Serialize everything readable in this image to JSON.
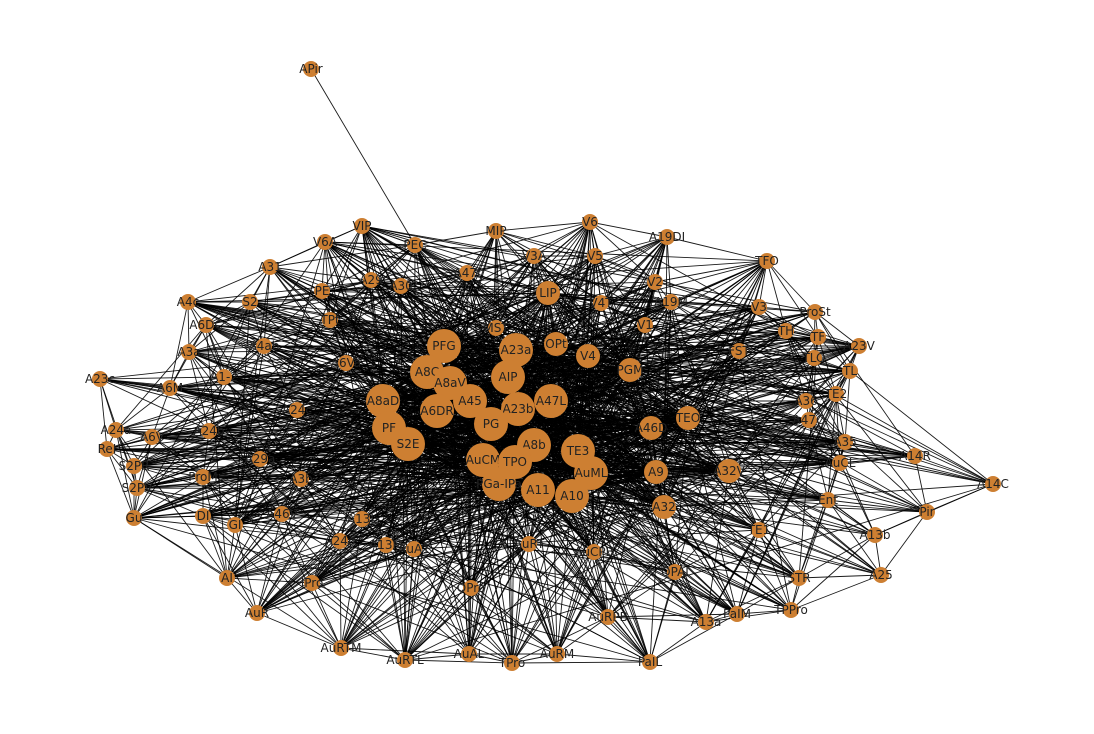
{
  "graph": {
    "node_color": "#cd7f32",
    "edge_color": "#000000",
    "nodes": [
      {
        "id": "APir",
        "cls": "s"
      },
      {
        "id": "VIP",
        "cls": "s"
      },
      {
        "id": "V6A",
        "cls": "s"
      },
      {
        "id": "PEC",
        "cls": "s"
      },
      {
        "id": "MIP",
        "cls": "s"
      },
      {
        "id": "V6",
        "cls": "s"
      },
      {
        "id": "A19DI",
        "cls": "s"
      },
      {
        "id": "V3A",
        "cls": "s"
      },
      {
        "id": "V5",
        "cls": "s"
      },
      {
        "id": "A47I",
        "cls": "s"
      },
      {
        "id": "A31",
        "cls": "s"
      },
      {
        "id": "A29",
        "cls": "s"
      },
      {
        "id": "A30",
        "cls": "s"
      },
      {
        "id": "PE",
        "cls": "s"
      },
      {
        "id": "S2",
        "cls": "s"
      },
      {
        "id": "A4c",
        "cls": "s"
      },
      {
        "id": "LIP",
        "cls": "m"
      },
      {
        "id": "V2",
        "cls": "s"
      },
      {
        "id": "V4T",
        "cls": "s"
      },
      {
        "id": "A19M",
        "cls": "s"
      },
      {
        "id": "TFO",
        "cls": "s"
      },
      {
        "id": "V3",
        "cls": "s"
      },
      {
        "id": "ProSt",
        "cls": "s"
      },
      {
        "id": "TH",
        "cls": "s"
      },
      {
        "id": "TF",
        "cls": "s"
      },
      {
        "id": "A23V",
        "cls": "s"
      },
      {
        "id": "TLO",
        "cls": "s"
      },
      {
        "id": "TL",
        "cls": "s"
      },
      {
        "id": "A36",
        "cls": "s"
      },
      {
        "id": "TE2",
        "cls": "s"
      },
      {
        "id": "A47O",
        "cls": "s"
      },
      {
        "id": "A35",
        "cls": "s"
      },
      {
        "id": "A14R",
        "cls": "s"
      },
      {
        "id": "AuCL",
        "cls": "s"
      },
      {
        "id": "A14C",
        "cls": "s"
      },
      {
        "id": "Ent",
        "cls": "s"
      },
      {
        "id": "Pir",
        "cls": "s"
      },
      {
        "id": "TE1",
        "cls": "s"
      },
      {
        "id": "A13b",
        "cls": "s"
      },
      {
        "id": "A25",
        "cls": "s"
      },
      {
        "id": "STR",
        "cls": "s"
      },
      {
        "id": "TPPro",
        "cls": "s"
      },
      {
        "id": "PaIM",
        "cls": "s"
      },
      {
        "id": "A13a",
        "cls": "s"
      },
      {
        "id": "OPAI",
        "cls": "s"
      },
      {
        "id": "AuRPB",
        "cls": "s"
      },
      {
        "id": "PaIL",
        "cls": "s"
      },
      {
        "id": "AuRM",
        "cls": "s"
      },
      {
        "id": "TPro",
        "cls": "s"
      },
      {
        "id": "AuAL",
        "cls": "s"
      },
      {
        "id": "AuRTL",
        "cls": "s"
      },
      {
        "id": "AuRTM",
        "cls": "s"
      },
      {
        "id": "AuR",
        "cls": "s"
      },
      {
        "id": "AI",
        "cls": "s"
      },
      {
        "id": "Gu",
        "cls": "s"
      },
      {
        "id": "S2PV",
        "cls": "s"
      },
      {
        "id": "S2PR",
        "cls": "s"
      },
      {
        "id": "ReI",
        "cls": "s"
      },
      {
        "id": "A24a",
        "cls": "s"
      },
      {
        "id": "A23c",
        "cls": "s"
      },
      {
        "id": "A6DC",
        "cls": "s"
      },
      {
        "id": "A3a",
        "cls": "s"
      },
      {
        "id": "A4ab",
        "cls": "s"
      },
      {
        "id": "A6M",
        "cls": "s"
      },
      {
        "id": "A1-2",
        "cls": "s"
      },
      {
        "id": "A6V",
        "cls": "s"
      },
      {
        "id": "A24b",
        "cls": "s"
      },
      {
        "id": "A29a",
        "cls": "s"
      },
      {
        "id": "ProM",
        "cls": "s"
      },
      {
        "id": "A3b",
        "cls": "s"
      },
      {
        "id": "DI",
        "cls": "s"
      },
      {
        "id": "A46V",
        "cls": "s"
      },
      {
        "id": "GI",
        "cls": "s"
      },
      {
        "id": "A13L",
        "cls": "s"
      },
      {
        "id": "A24d",
        "cls": "s"
      },
      {
        "id": "A13M",
        "cls": "s"
      },
      {
        "id": "AuA1",
        "cls": "s"
      },
      {
        "id": "IPro",
        "cls": "s"
      },
      {
        "id": "OPro",
        "cls": "s"
      },
      {
        "id": "AuRT",
        "cls": "s"
      },
      {
        "id": "AuCPB",
        "cls": "s"
      },
      {
        "id": "TPt",
        "cls": "s"
      },
      {
        "id": "A6Va",
        "cls": "s"
      },
      {
        "id": "A24c",
        "cls": "s"
      },
      {
        "id": "MST",
        "cls": "s"
      },
      {
        "id": "OPt",
        "cls": "m"
      },
      {
        "id": "V4",
        "cls": "m"
      },
      {
        "id": "V1",
        "cls": "s"
      },
      {
        "id": "FST",
        "cls": "s"
      },
      {
        "id": "PGM",
        "cls": "m"
      },
      {
        "id": "A46D",
        "cls": "m"
      },
      {
        "id": "TEO",
        "cls": "m"
      },
      {
        "id": "A9",
        "cls": "m"
      },
      {
        "id": "A32V",
        "cls": "m"
      },
      {
        "id": "A32",
        "cls": "m"
      },
      {
        "id": "PFG",
        "cls": "l"
      },
      {
        "id": "A23a",
        "cls": "l"
      },
      {
        "id": "A8C",
        "cls": "l"
      },
      {
        "id": "A8aV",
        "cls": "l"
      },
      {
        "id": "AIP",
        "cls": "l"
      },
      {
        "id": "A8aD",
        "cls": "l"
      },
      {
        "id": "A45",
        "cls": "l"
      },
      {
        "id": "A23b",
        "cls": "l"
      },
      {
        "id": "A47L",
        "cls": "l"
      },
      {
        "id": "A6DR",
        "cls": "l"
      },
      {
        "id": "PF",
        "cls": "l"
      },
      {
        "id": "PG",
        "cls": "l"
      },
      {
        "id": "S2E",
        "cls": "l"
      },
      {
        "id": "A8b",
        "cls": "l"
      },
      {
        "id": "TE3",
        "cls": "l"
      },
      {
        "id": "AuCM",
        "cls": "l"
      },
      {
        "id": "TPO",
        "cls": "l"
      },
      {
        "id": "AuML",
        "cls": "l"
      },
      {
        "id": "PGa-IPa",
        "cls": "l"
      },
      {
        "id": "A11",
        "cls": "l"
      },
      {
        "id": "A10",
        "cls": "l"
      }
    ],
    "edges": [
      [
        "APir",
        "PEC"
      ]
    ]
  }
}
